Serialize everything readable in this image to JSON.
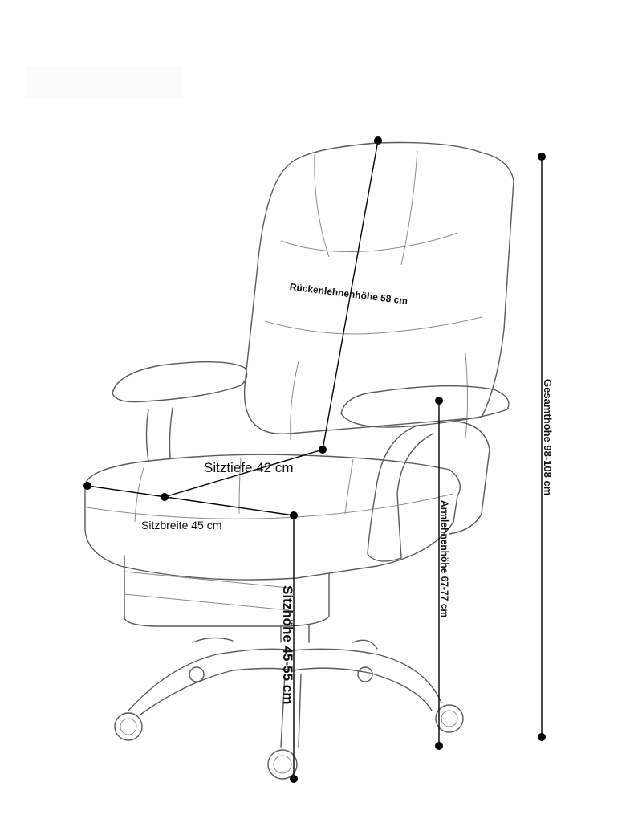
{
  "dimensions": {
    "backrest_height": "Rückenlehnenhöhe 58 cm",
    "seat_depth": "Sitztiefe 42 cm",
    "seat_width": "Sitzbreite 45 cm",
    "seat_height": "Sitzhöhe 45-55 cm",
    "armrest_height": "Armlehnenhöhe 67-77 cm",
    "total_height": "Gesamthöhe 98-108 cm"
  }
}
